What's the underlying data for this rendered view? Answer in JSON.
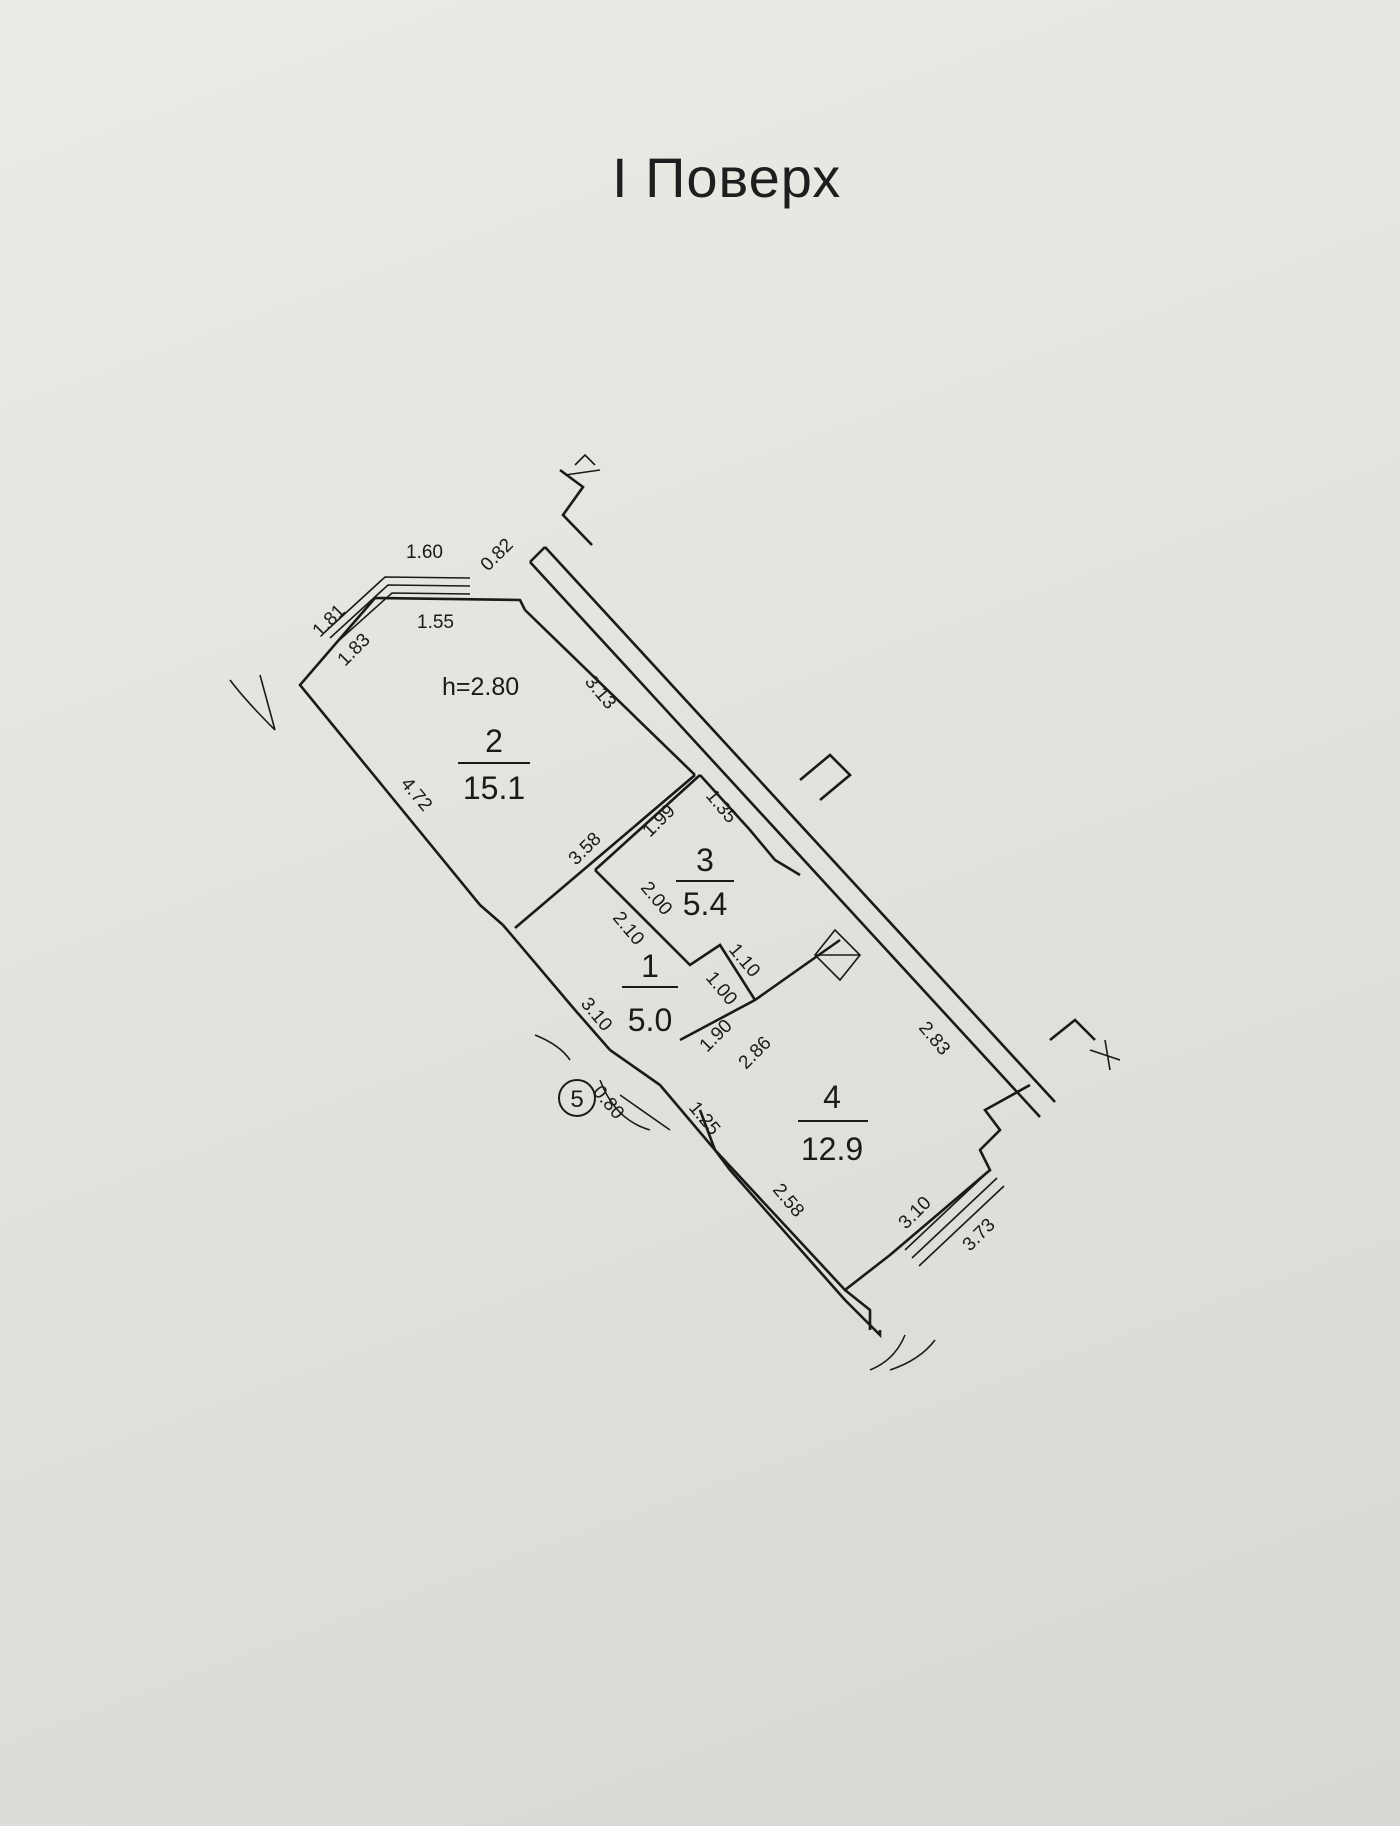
{
  "title": "І Поверх",
  "height_label": "h=2.80",
  "rooms": [
    {
      "number": "1",
      "area": "5.0"
    },
    {
      "number": "2",
      "area": "15.1"
    },
    {
      "number": "3",
      "area": "5.4"
    },
    {
      "number": "4",
      "area": "12.9"
    }
  ],
  "entrance_marker": "5",
  "dimensions": {
    "d_1_60": "1.60",
    "d_0_82": "0.82",
    "d_1_81": "1.81",
    "d_1_55": "1.55",
    "d_1_83": "1.83",
    "d_3_13": "3.13",
    "d_4_72": "4.72",
    "d_3_58": "3.58",
    "d_1_99": "1.99",
    "d_1_35": "1.35",
    "d_2_00": "2.00",
    "d_2_10": "2.10",
    "d_1_10": "1.10",
    "d_1_00": "1.00",
    "d_3_10a": "3.10",
    "d_1_90": "1.90",
    "d_2_86": "2.86",
    "d_2_83": "2.83",
    "d_0_80": "0.80",
    "d_1_25": "1.25",
    "d_2_58": "2.58",
    "d_3_10b": "3.10",
    "d_3_73": "3.73"
  }
}
